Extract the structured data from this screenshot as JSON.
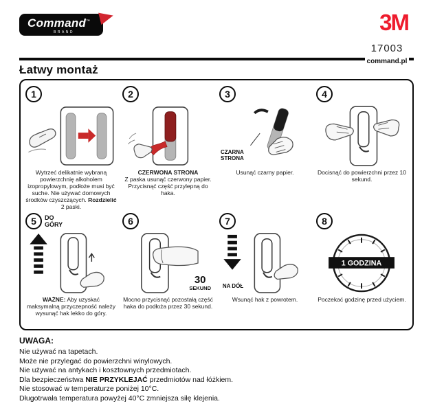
{
  "colors": {
    "brand_red": "#d22630",
    "logo_3m_red": "#ee1b2d",
    "ink_black": "#0a0a0a"
  },
  "header": {
    "brand": "Command",
    "trademark": "™",
    "brand_sub": "BRAND",
    "logo_3m": "3M",
    "product_code": "17003",
    "website": "command.pl"
  },
  "title": "Łatwy montaż",
  "steps": {
    "s1": {
      "num": "1",
      "caption_1": "Wytrzeć delikatnie wybraną powierzchnię alkoholem izopropylowym, podłoże musi być suche. Nie używać domowych środków czyszczących. ",
      "caption_bold": "Rozdzielić",
      "caption_2": " 2 paski."
    },
    "s2": {
      "num": "2",
      "heading": "CZERWONA STRONA",
      "caption": "Z paska usunąć czerwony papier. Przycisnąć część przylepną do haka."
    },
    "s3": {
      "num": "3",
      "label": "CZARNA STRONA",
      "caption": "Usunąć czarny papier."
    },
    "s4": {
      "num": "4",
      "caption": "Docisnąć do powierzchni przez 10 sekund."
    },
    "s5": {
      "num": "5",
      "label": "DO GÓRY",
      "caption_bold": "WAŻNE:",
      "caption_rest": " Aby uzyskać maksymalną przyczepność należy wysunąć hak lekko do góry."
    },
    "s6": {
      "num": "6",
      "label_big": "30",
      "label_small": "SEKUND",
      "caption": "Mocno przycisnąć pozostałą część haka do podłoża przez 30 sekund."
    },
    "s7": {
      "num": "7",
      "label": "NA DÓŁ",
      "caption": "Wsunąć hak z powrotem."
    },
    "s8": {
      "num": "8",
      "label": "1 GODZINA",
      "caption": "Poczekać godzinę przed użyciem."
    }
  },
  "footer": {
    "heading": "UWAGA:",
    "w1": "Nie używać na tapetach.",
    "w2": "Może nie przylegać do powierzchni winylowych.",
    "w3": "Nie używać na antykach i kosztownych przedmiotach.",
    "w4_pre": "Dla bezpieczeństwa ",
    "w4_bold": "NIE PRZYKLEJAĆ",
    "w4_post": " przedmiotów nad łóżkiem.",
    "w5": "Nie stosować w temperaturze poniżej 10°C.",
    "w6": "Długotrwała temperatura powyżej 40°C zmniejsza siłę klejenia."
  }
}
